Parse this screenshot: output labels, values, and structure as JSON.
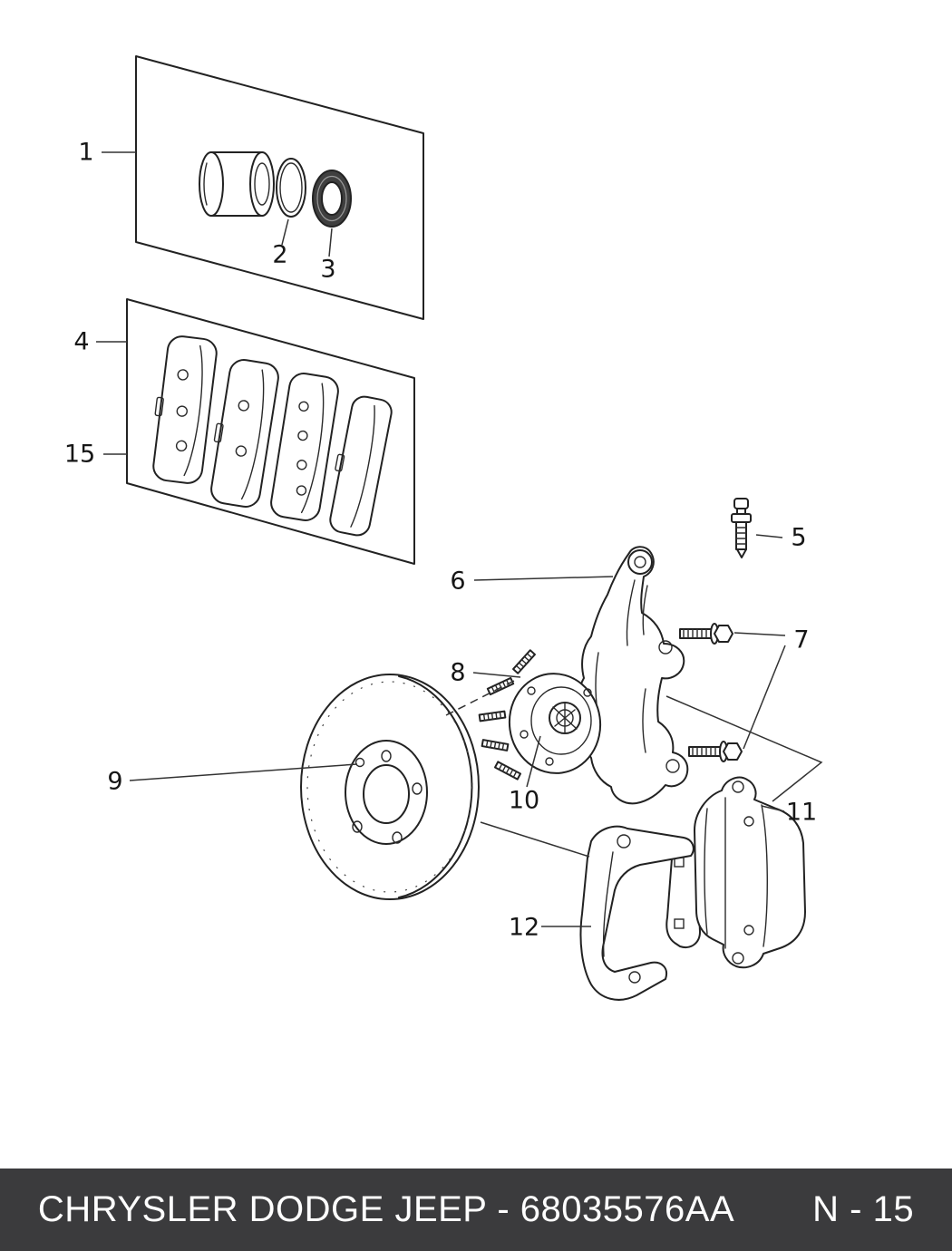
{
  "callouts": [
    {
      "label": "1"
    },
    {
      "label": "2"
    },
    {
      "label": "3"
    },
    {
      "label": "4"
    },
    {
      "label": "15"
    },
    {
      "label": "5"
    },
    {
      "label": "6"
    },
    {
      "label": "7"
    },
    {
      "label": "8"
    },
    {
      "label": "9"
    },
    {
      "label": "10"
    },
    {
      "label": "11"
    },
    {
      "label": "12"
    }
  ],
  "footer": {
    "catalog_line": "CHRYSLER DODGE JEEP - 68035576AA",
    "page_ref": "N - 15",
    "background_color": "#3b3b3d",
    "text_color": "#ffffff"
  },
  "diagram": {
    "line_color": "#222222",
    "background_color": "#ffffff"
  }
}
